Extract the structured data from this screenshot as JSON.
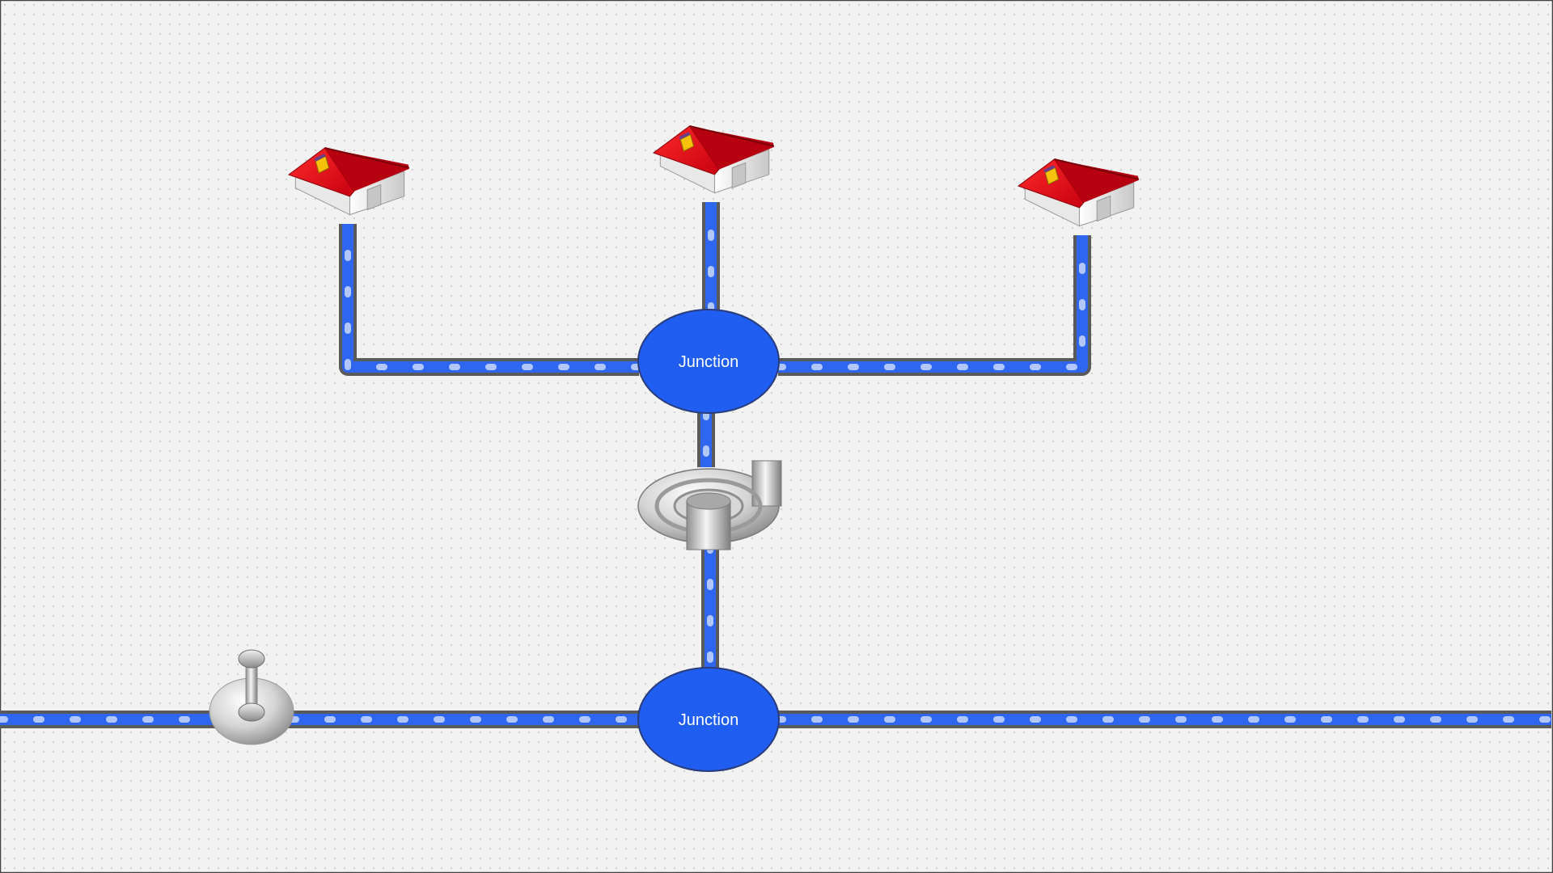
{
  "colors": {
    "background": "#f2f2f2",
    "grid_dot": "#b8b8b8",
    "pipe_outline": "#5a5a5a",
    "water": "#2f66f0",
    "water_droplet": "#c9d9ff",
    "junction_fill": "#1f5ef0",
    "roof": "#e8101a",
    "house_wall": "#eeeeee",
    "chimney": "#f7c10c",
    "pump_metal": "#cfcfcf"
  },
  "junctions": [
    {
      "id": "upper-junction",
      "label": "Junction"
    },
    {
      "id": "lower-junction",
      "label": "Junction"
    }
  ],
  "houses": [
    {
      "id": "house-left",
      "icon": "house-icon"
    },
    {
      "id": "house-center",
      "icon": "house-icon"
    },
    {
      "id": "house-right",
      "icon": "house-icon"
    }
  ],
  "pump": {
    "icon": "centrifugal-pump-icon"
  },
  "valve": {
    "icon": "valve-icon"
  }
}
